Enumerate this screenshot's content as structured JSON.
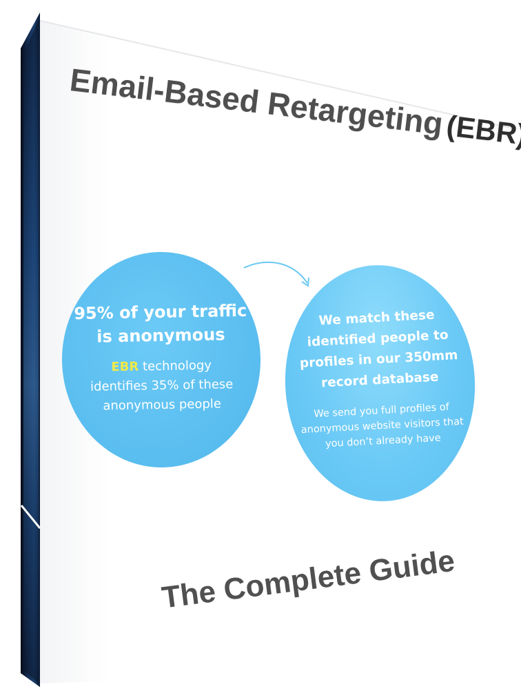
{
  "cover": {
    "title": "Email-Based Retargeting",
    "title_abbr": "(EBR)",
    "subtitle": "The Complete Guide"
  },
  "left_circle": {
    "heading_line1": "95% of your traffic",
    "heading_line2": "is anonymous",
    "body_highlight": "EBR",
    "body_line1_rest": " technology",
    "body_line2": "identifies 35% of these",
    "body_line3": "anonymous people"
  },
  "right_circle": {
    "heading_line1": "We match these",
    "heading_line2": "identified people to",
    "heading_line3": "profiles in our 350mm",
    "heading_line4": "record database",
    "body_line1": "We send you full profiles of",
    "body_line2": "anonymous website visitors that",
    "body_line3": "you don’t already have"
  },
  "colors": {
    "circle_blue": "#5fbff0",
    "highlight_yellow": "#f2ea47",
    "spine_dark": "#0d1b33",
    "title_gray": "#4f4f4f"
  },
  "icons": {
    "arrow": "curved-arrow-icon"
  }
}
